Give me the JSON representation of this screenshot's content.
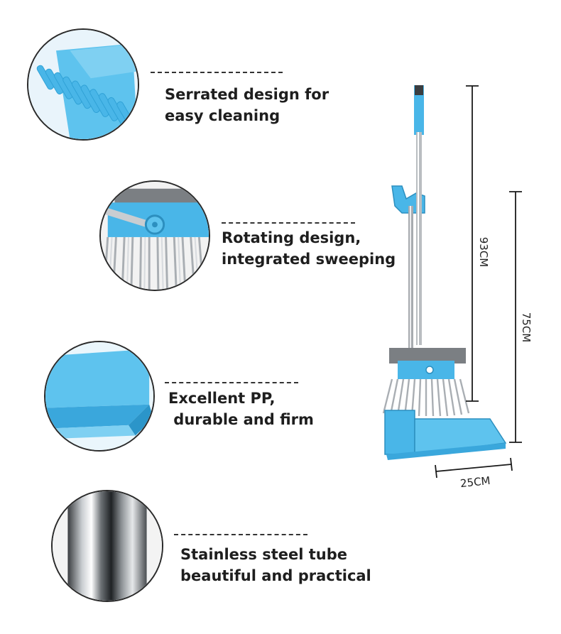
{
  "features": [
    {
      "line1": "Serrated design for",
      "line2": "easy cleaning",
      "icon": "serrated-comb-icon"
    },
    {
      "line1": "Rotating design,",
      "line2": "integrated sweeping",
      "icon": "rotating-joint-icon"
    },
    {
      "line1": "Excellent PP,",
      "line2": " durable and firm",
      "icon": "pp-dustpan-edge-icon"
    },
    {
      "line1": "Stainless steel tube",
      "line2": "beautiful and practical",
      "icon": "steel-tube-icon"
    }
  ],
  "dimensions": {
    "total_height": "93CM",
    "dustpan_height": "75CM",
    "width": "25CM"
  },
  "colors": {
    "accent_blue": "#42b4e6",
    "steel": "#b9bdc1",
    "bristle": "#a9aeb3"
  }
}
